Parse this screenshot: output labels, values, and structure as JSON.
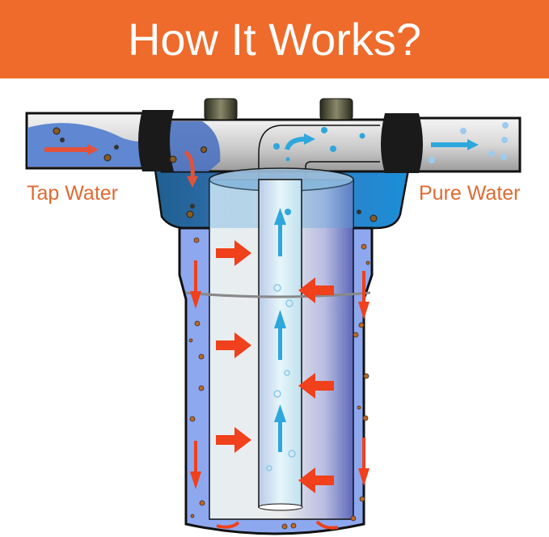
{
  "header": {
    "title": "How It Works?",
    "background_color": "#ee6b2b",
    "text_color": "#ffffff"
  },
  "labels": {
    "inlet": "Tap Water",
    "outlet": "Pure Water",
    "label_color": "#e06a32"
  },
  "diagram": {
    "description": "Whole-house water filter housing cross-section: unfiltered water enters left, flows down around the cartridge, passes inward through the filter media, rises up the center tube, and exits right as pure water.",
    "colors": {
      "dirty_water": "#6f8fd8",
      "housing_water": "#8ea8f0",
      "clean_water": "#2ea7dc",
      "flow_arrow_dirty": "#f0401c",
      "flow_arrow_clean": "#2ea7dc",
      "sediment": "#b25e1e",
      "fittings": "#1c1c1c"
    },
    "icons": [
      "flow-arrow-right",
      "flow-arrow-down",
      "flow-arrow-left",
      "flow-arrow-up",
      "sediment-particle",
      "bubble"
    ]
  }
}
